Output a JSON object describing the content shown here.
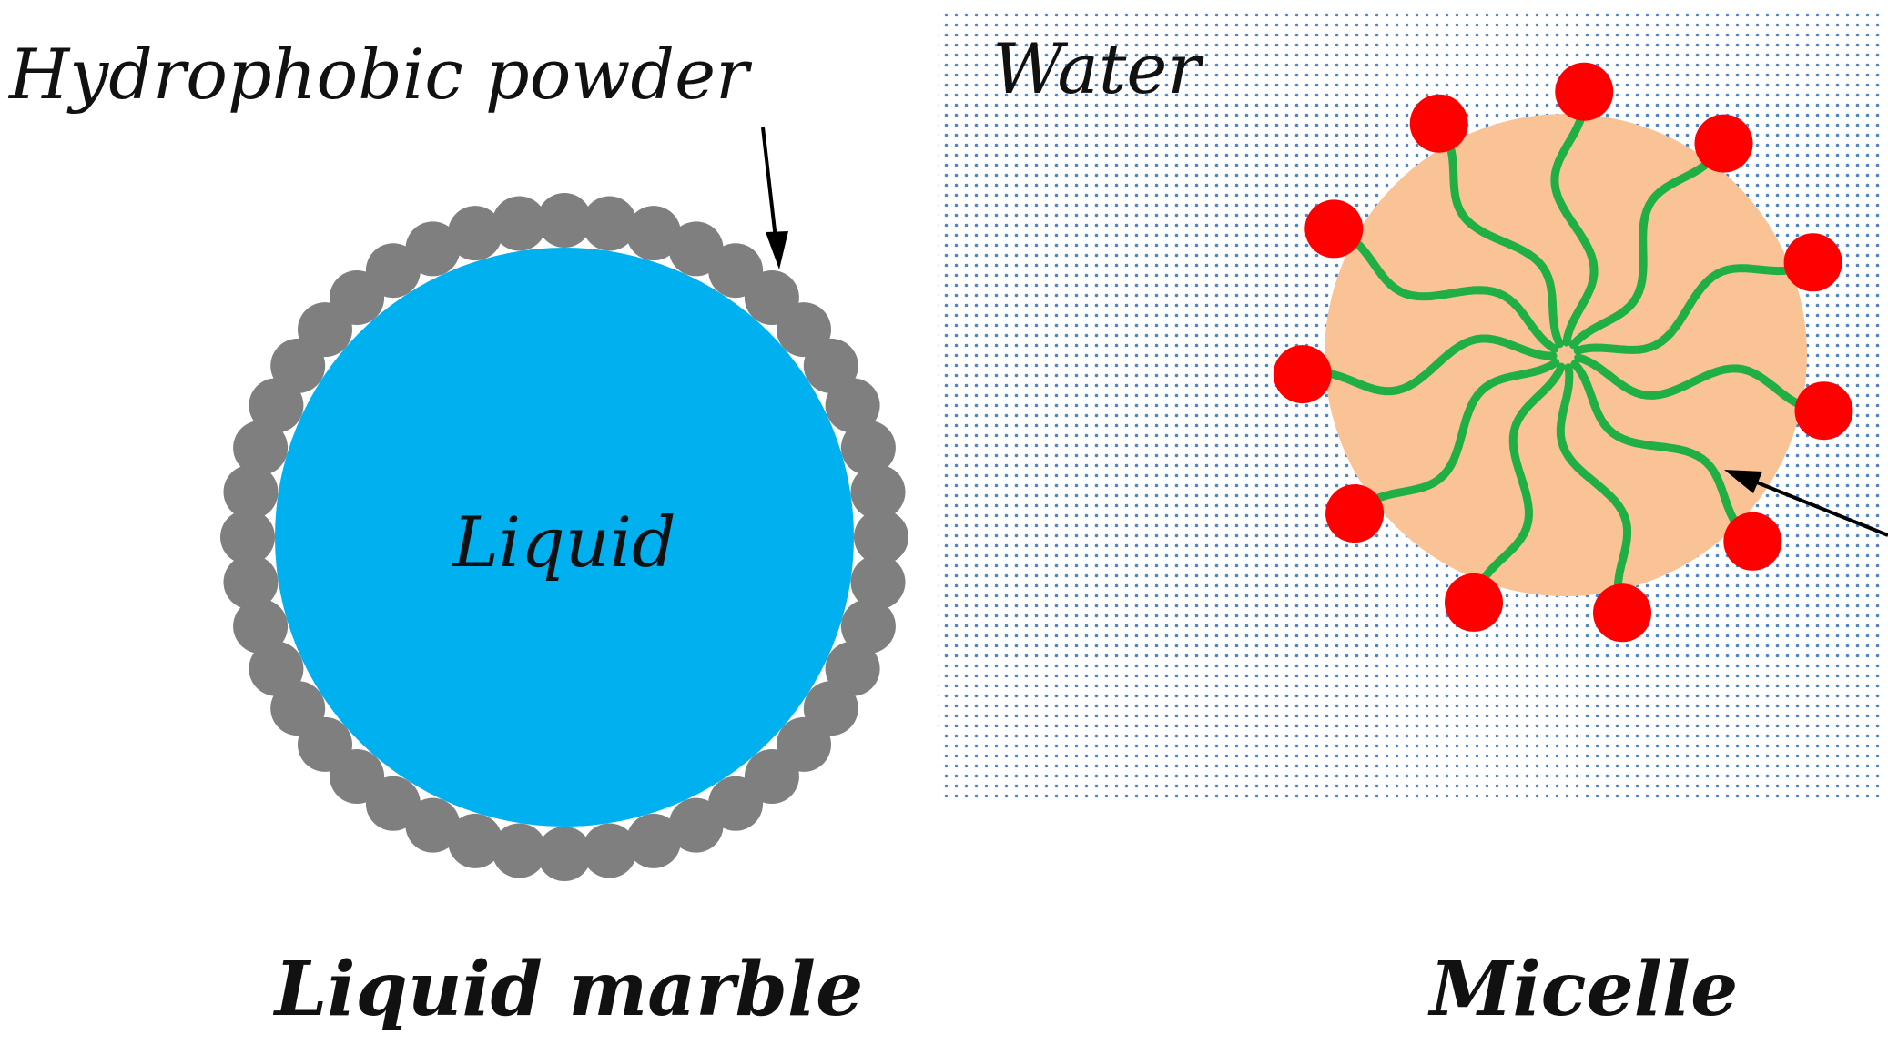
{
  "left_panel": {
    "powder_label": "Hydrophobic powder",
    "liquid_label": "Liquid",
    "caption": "Liquid marble"
  },
  "right_panel": {
    "water_label": "Water",
    "caption": "Micelle"
  },
  "colors": {
    "liquid": "#00b0ef",
    "powder": "#7f7f7f",
    "water_dots": "#2e6fbf",
    "micelle_core": "#f9c396",
    "micelle_head": "#ff0000",
    "micelle_tail": "#1faf44",
    "arrow": "#000000"
  },
  "counts": {
    "powder_particles": 44,
    "micelle_heads": 11
  }
}
